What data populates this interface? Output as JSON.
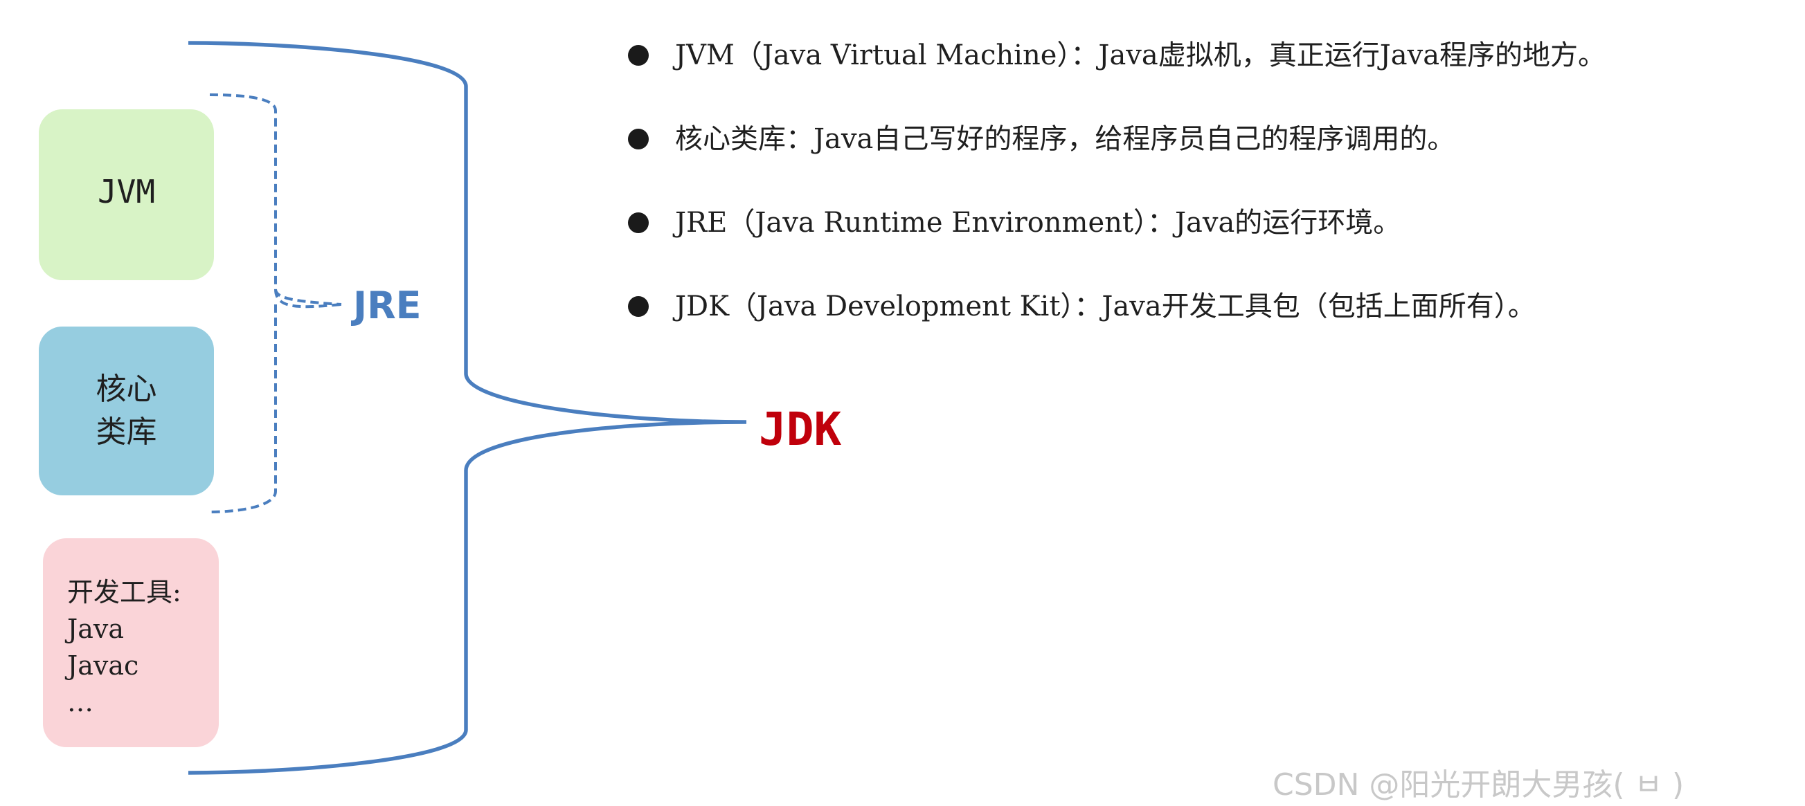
{
  "diagram": {
    "boxes": {
      "jvm": "JVM",
      "core_library_line1": "核心",
      "core_library_line2": "类库",
      "dev_tools": [
        "开发工具:",
        "Java",
        "Javac",
        "…"
      ]
    },
    "labels": {
      "jre": "JRE",
      "jdk": "JDK"
    },
    "colors": {
      "jvm_box": "#d8f3c6",
      "core_library_box": "#96cde0",
      "dev_tools_box": "#fad4d8",
      "bracket": "#4a7ebf",
      "jre_label": "#4a7ebf",
      "jdk_label": "#c0000b"
    }
  },
  "definitions": [
    "JVM（Java Virtual Machine）：Java虚拟机，真正运行Java程序的地方。",
    "核心类库：Java自己写好的程序，给程序员自己的程序调用的。",
    "JRE（Java Runtime Environment）：Java的运行环境。",
    "JDK（Java Development Kit）：Java开发工具包（包括上面所有）。"
  ],
  "watermark": "CSDN @阳光开朗大男孩(    ㅂ   )"
}
